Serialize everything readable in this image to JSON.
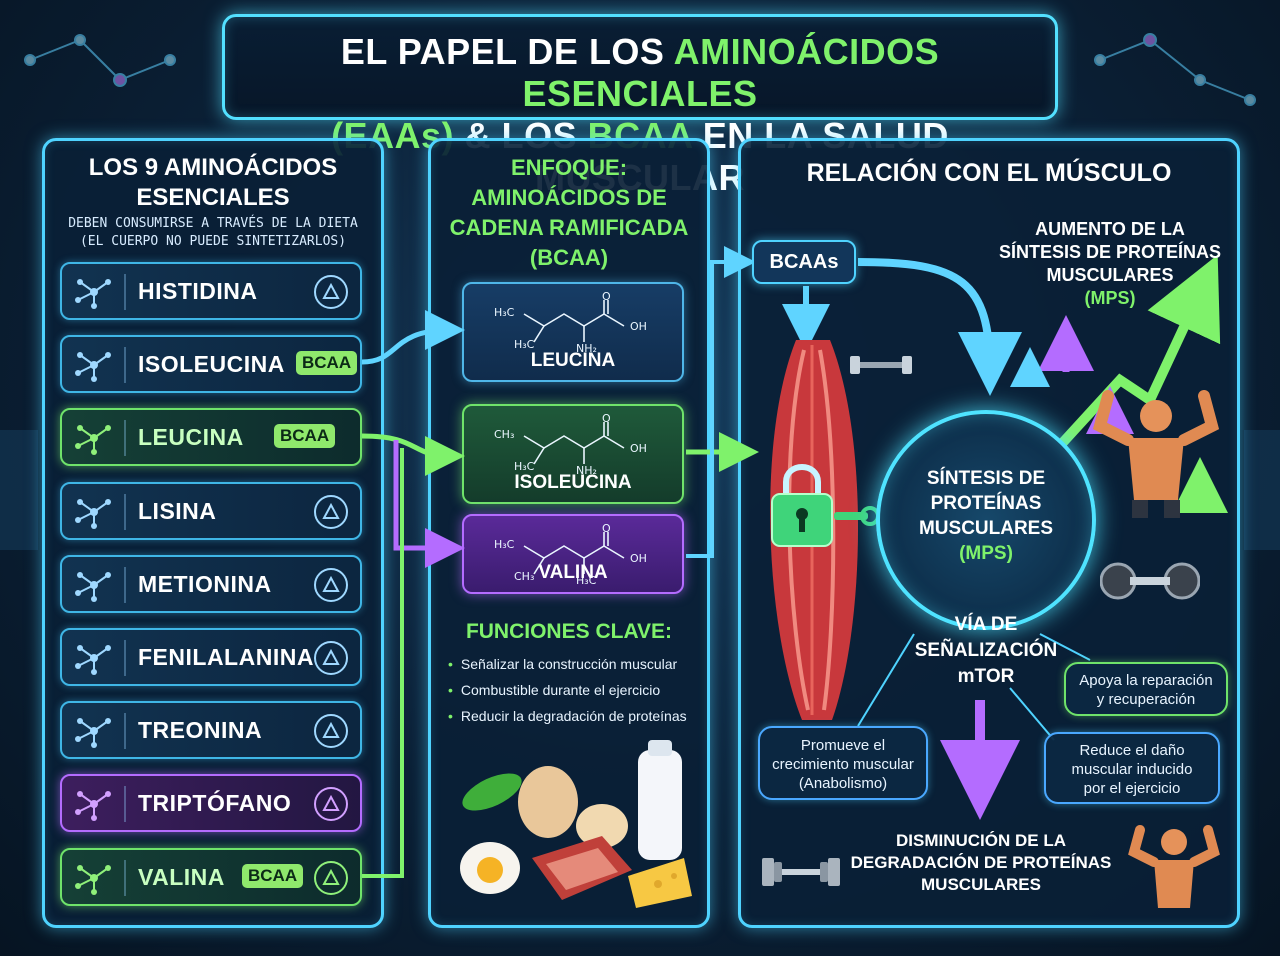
{
  "title": {
    "line1_prefix": "EL PAPEL DE LOS ",
    "line1_highlight": "AMINOÁCIDOS ESENCIALES",
    "line2_highlight1": "(EAAs)",
    "line2_mid": " & LOS ",
    "line2_highlight2": "BCAA",
    "line2_suffix": " EN LA SALUD MUSCULAR"
  },
  "left_panel": {
    "heading_line1": "LOS 9 AMINOÁCIDOS",
    "heading_line2": "ESENCIALES",
    "note_line1": "DEBEN CONSUMIRSE A TRAVÉS DE LA DIETA",
    "note_line2": "(EL CUERPO NO PUEDE SINTETIZARLOS)",
    "amino_acids": [
      {
        "name": "HISTIDINA",
        "badge": "",
        "style": "blue"
      },
      {
        "name": "ISOLEUCINA",
        "badge": "BCAA",
        "style": "blue"
      },
      {
        "name": "LEUCINA",
        "badge": "BCAA",
        "style": "green"
      },
      {
        "name": "LISINA",
        "badge": "",
        "style": "blue"
      },
      {
        "name": "METIONINA",
        "badge": "",
        "style": "blue"
      },
      {
        "name": "FENILALANINA",
        "badge": "",
        "style": "blue"
      },
      {
        "name": "TREONINA",
        "badge": "",
        "style": "blue"
      },
      {
        "name": "TRIPTÓFANO",
        "badge": "",
        "style": "purple"
      },
      {
        "name": "VALINA",
        "badge": "BCAA",
        "style": "green"
      }
    ]
  },
  "mid_panel": {
    "heading_line1": "ENFOQUE:",
    "heading_line2": "AMINOÁCIDOS DE",
    "heading_line3": "CADENA RAMIFICADA",
    "heading_line4": "(BCAA)",
    "bcaas": [
      {
        "name": "LEUCINA",
        "style": "blue",
        "mol_labels": [
          "H₃C",
          "H₃C",
          "NH₂",
          "O",
          "OH"
        ]
      },
      {
        "name": "ISOLEUCINA",
        "style": "green",
        "mol_labels": [
          "CH₃",
          "H₃C",
          "NH₂",
          "O",
          "OH"
        ]
      },
      {
        "name": "VALINA",
        "style": "purple",
        "mol_labels": [
          "H₃C",
          "CH₃",
          "H₃C",
          "O",
          "OH"
        ]
      }
    ],
    "functions_title": "FUNCIONES CLAVE:",
    "functions": [
      "Señalizar la construcción muscular",
      "Combustible durante el ejercicio",
      "Reducir la degradación de proteínas"
    ]
  },
  "right_panel": {
    "heading": "RELACIÓN CON EL MÚSCULO",
    "bcaas_tag": "BCAAs",
    "mps_increase_line1": "AUMENTO DE LA",
    "mps_increase_line2": "SÍNTESIS DE PROTEÍNAS",
    "mps_increase_line3": "MUSCULARES",
    "mps_increase_line4": "(MPS)",
    "center_line1": "SÍNTESIS DE",
    "center_line2": "PROTEÍNAS",
    "center_line3": "MUSCULARES",
    "center_line4": "(MPS)",
    "mtor_line1": "VÍA DE",
    "mtor_line2": "SEÑALIZACIÓN",
    "mtor_line3": "mTOR",
    "bubble_repair_line1": "Apoya la reparación",
    "bubble_repair_line2": "y recuperación",
    "bubble_growth_line1": "Promueve el",
    "bubble_growth_line2": "crecimiento muscular",
    "bubble_growth_line3": "(Anabolismo)",
    "bubble_damage_line1": "Reduce el daño",
    "bubble_damage_line2": "muscular inducido",
    "bubble_damage_line3": "por el ejercicio",
    "decrease_line1": "DISMINUCIÓN DE LA",
    "decrease_line2": "DEGRADACIÓN DE PROTEÍNAS",
    "decrease_line3": "MUSCULARES"
  },
  "colors": {
    "accent_cyan": "#4fd3ff",
    "accent_green": "#7ff26b",
    "accent_purple": "#b46cff",
    "background": "#0b2036"
  }
}
